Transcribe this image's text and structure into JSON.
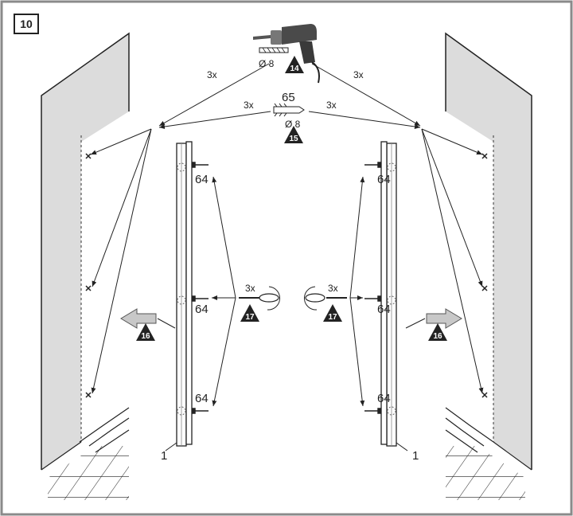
{
  "step": {
    "number": "10"
  },
  "drill": {
    "multiplier_left": "3x",
    "multiplier_right": "3x",
    "bit_diameter": "Ø 8",
    "ref": "14"
  },
  "anchor": {
    "part": "65",
    "multiplier_left": "3x",
    "multiplier_right": "3x",
    "diameter": "Ø 8",
    "ref": "15"
  },
  "screws": {
    "part": "64"
  },
  "screwdriver": {
    "multiplier_left": "3x",
    "multiplier_right": "3x",
    "ref_left": "17",
    "ref_right": "17"
  },
  "push": {
    "ref_left": "16",
    "ref_right": "16"
  },
  "profile": {
    "part_left": "1",
    "part_right": "1"
  }
}
